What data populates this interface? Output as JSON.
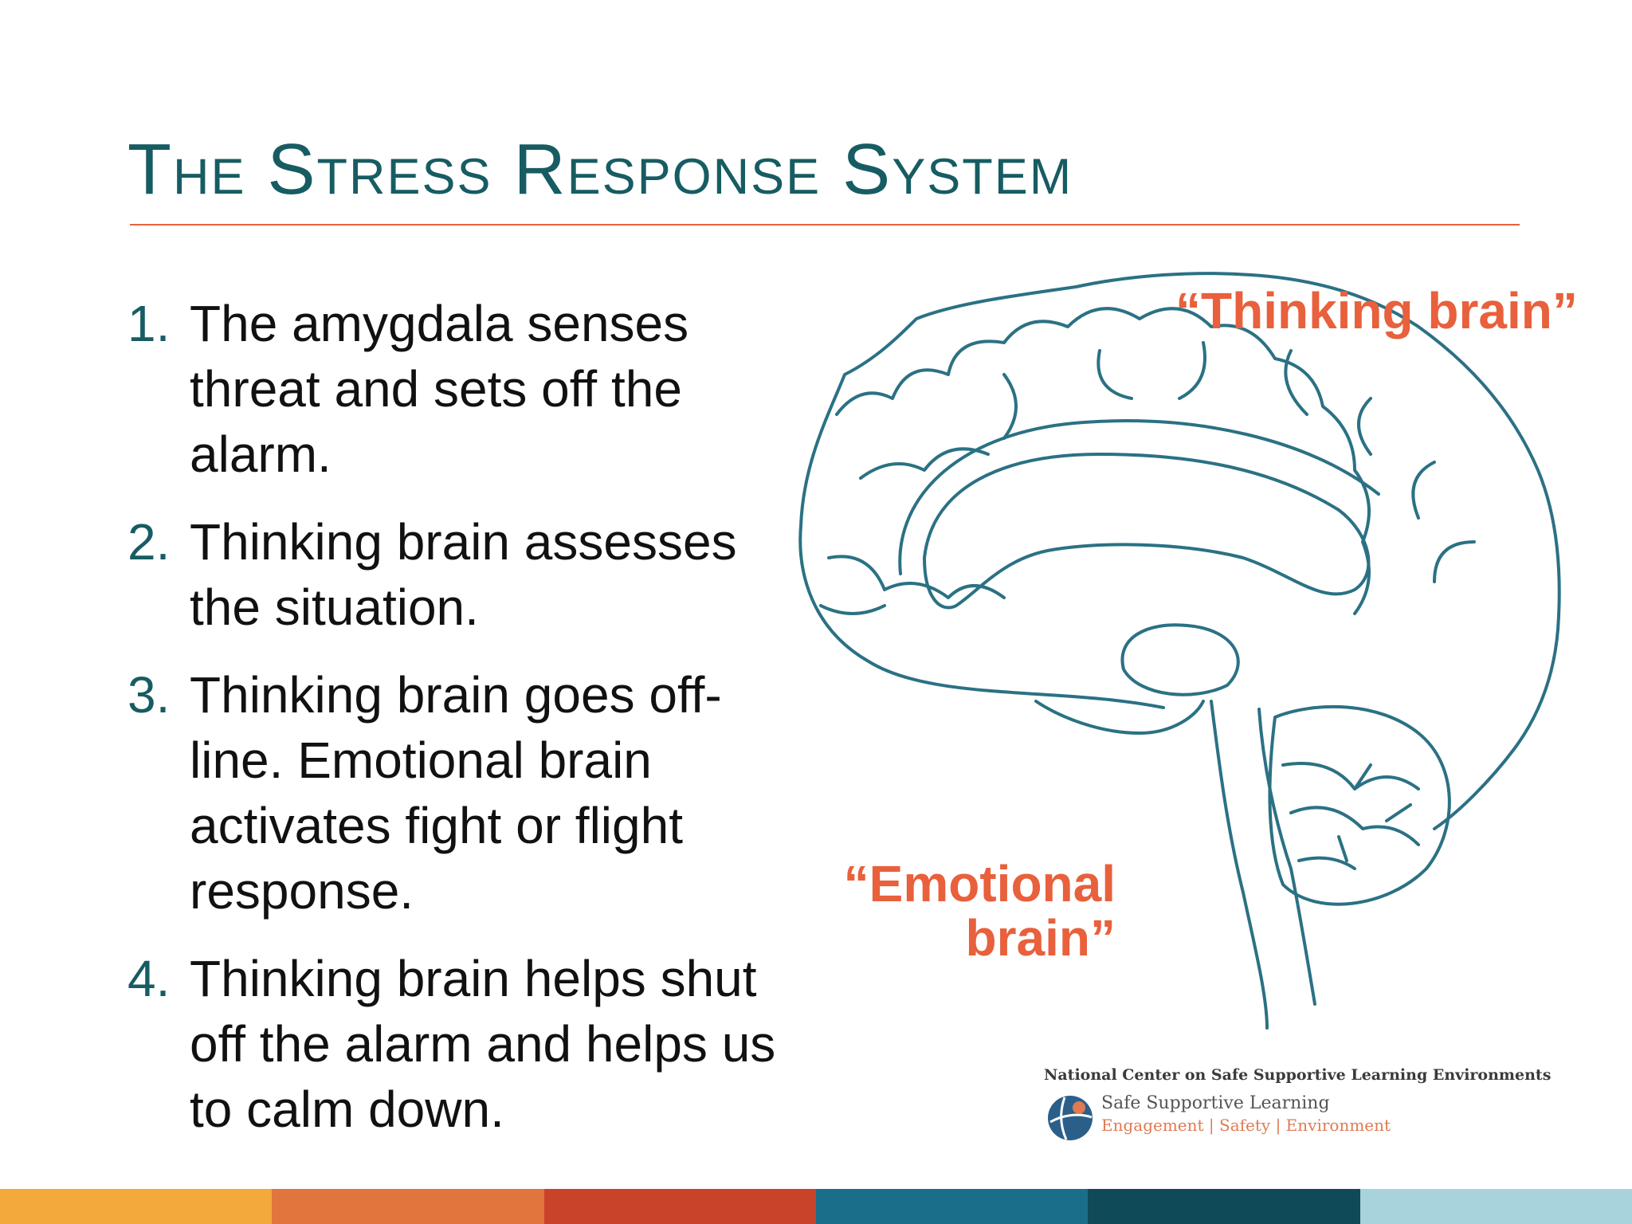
{
  "slide": {
    "title": "The Stress Response System",
    "steps": [
      {
        "number": "1.",
        "text": "The amygdala senses threat and sets off the alarm."
      },
      {
        "number": "2.",
        "text": "Thinking brain assesses the situation."
      },
      {
        "number": "3.",
        "text": "Thinking brain goes off-line. Emotional brain activates fight or flight response."
      },
      {
        "number": "4.",
        "text": "Thinking brain helps shut off the alarm and helps us to calm down."
      }
    ]
  },
  "diagram": {
    "thinking_label": "“Thinking brain”",
    "emotional_label": "“Emotional brain”"
  },
  "logo": {
    "organization": "National Center on Safe Supportive Learning Environments",
    "name": "Safe Supportive Learning",
    "tagline": "Engagement | Safety | Environment"
  },
  "colors": {
    "title": "#175c63",
    "accent": "#e8603c",
    "brain_stroke": "#2b7184",
    "bar_segments": [
      "#f4a93b",
      "#e0753e",
      "#c9432a",
      "#1a6e8a",
      "#0f4a58",
      "#a9d3dc"
    ]
  }
}
